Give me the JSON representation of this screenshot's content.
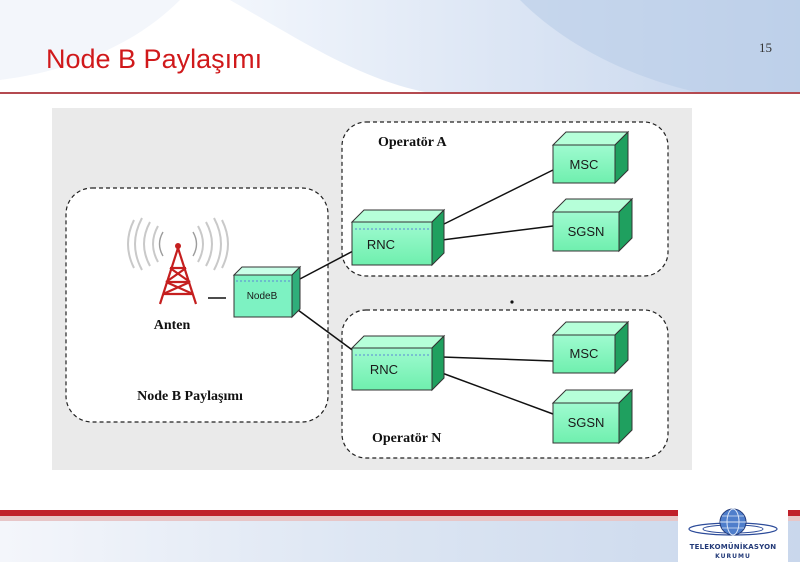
{
  "slide": {
    "title": "Node B Paylaşımı",
    "number": "15"
  },
  "diagram": {
    "antenna_label": "Anten",
    "nodeb_label": "NodeB",
    "sharing_group_label": "Node B Paylaşımı",
    "operator_a": {
      "label": "Operatör A",
      "rnc": "RNC",
      "msc": "MSC",
      "sgsn": "SGSN"
    },
    "operator_n": {
      "label": "Operatör N",
      "rnc": "RNC",
      "msc": "MSC",
      "sgsn": "SGSN"
    },
    "colors": {
      "node_fill": "#7ff5b8",
      "node_top": "#b6ffd9",
      "node_side": "#1fa05f",
      "nodeb_fill": "#7df2c2",
      "mast": "#c51f1f"
    }
  },
  "logo": {
    "line1": "TELEKOMÜNİKASYON",
    "line2": "KURUMU"
  }
}
